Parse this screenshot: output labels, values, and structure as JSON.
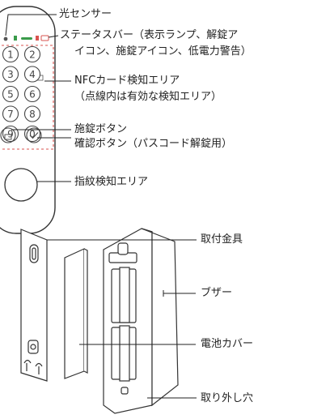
{
  "top_labels": {
    "light_sensor": "光センサー",
    "status_bar_1": "ステータスバー（表示ランプ、解錠ア",
    "status_bar_2": "イコン、施錠アイコン、低電力警告）",
    "nfc_1": "NFCカード検知エリア",
    "nfc_2": "（点線内は有効な検知エリア）",
    "lock_button": "施錠ボタン",
    "confirm_button": "確認ボタン（パスコード解錠用）",
    "fingerprint": "指紋検知エリア"
  },
  "keypad_keys": [
    "1",
    "2",
    "3",
    "4",
    "5",
    "6",
    "7",
    "8",
    "9",
    "0"
  ],
  "bottom_labels": {
    "bracket": "取付金具",
    "buzzer": "ブザー",
    "battery_cover": "電池カバー",
    "removal_hole": "取り外し穴"
  },
  "colors": {
    "status_green": "#3a9b4a",
    "status_red": "#d9534f",
    "nfc_dash": "#d9534f"
  }
}
